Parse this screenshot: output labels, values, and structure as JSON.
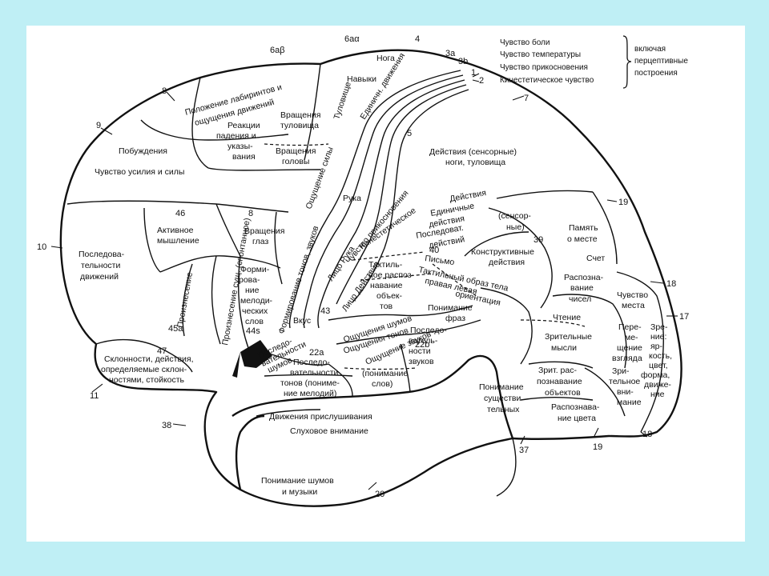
{
  "legend": {
    "lines": [
      "Чувство боли",
      "Чувство температуры",
      "Чувство прикосновения",
      "Кинестетическое чувство"
    ],
    "note": [
      "включая",
      "перцептивные",
      "построения"
    ]
  },
  "areas": {
    "n6ab": "6аβ",
    "n6aa": "6аα",
    "n4": "4",
    "n3a": "3а",
    "n3b": "3b",
    "n1": "1",
    "n2": "2",
    "n5": "5",
    "n7": "7",
    "n8a": "8",
    "n8b": "8",
    "n9": "9",
    "n10": "10",
    "n11": "11",
    "n46": "46",
    "n45a": "45а",
    "n47": "47",
    "n44": "44s",
    "n43": "43",
    "n40": "40",
    "n39": "39",
    "n19a": "19",
    "n19b": "19",
    "n18a": "18",
    "n18b": "18",
    "n17": "17",
    "n38": "38",
    "n37": "37",
    "n22b": "22b",
    "n22a": "22а",
    "n20": "20"
  },
  "labels": {
    "noga": "Нога",
    "navyki": "Навыки",
    "tulovishche": "Туловище",
    "edin_dvizh": "Единичн. движения",
    "labyrinth": [
      "Положение лабиринтов и",
      "ощущения движений"
    ],
    "vrash_tulov": [
      "Вращения",
      "туловища"
    ],
    "reakcii": [
      "Реакции",
      "падения и",
      "указы-",
      "вания"
    ],
    "vrash_golovy": [
      "Вращения",
      "головы"
    ],
    "pobuzhdeniya": "Побуждения",
    "usilie": "Чувство усилия и силы",
    "oshch_sily": "Ощущение силы",
    "deistviya_sens": [
      "Действия (сенсорные)",
      "ноги, туловища"
    ],
    "ruka1": "Рука",
    "aktiv": [
      "Активное",
      "мышление"
    ],
    "vrash_glaz": [
      "Вращения",
      "глаз"
    ],
    "posled_dvizh": [
      "Последова-",
      "тельности",
      "движений"
    ],
    "chuvstvo_prik": "Чувство прикосновения",
    "kinest": "Кинестетическое",
    "litso_ruka": "Лицо Рука",
    "edinichnye": [
      "Действия",
      "Единичные",
      "действия",
      "Последоват.",
      "действий"
    ],
    "sensornye": [
      "(сенсор-",
      "ные)"
    ],
    "pamyat": [
      "Память",
      "о месте"
    ],
    "konstr": [
      "Конструктивные",
      "действия"
    ],
    "pismo": "Письмо",
    "taktil_obraz": [
      "Тактильный образ тела",
      "правая  левая",
      "ориентация"
    ],
    "schet": "Счет",
    "raspozn_chisel": [
      "Распозна-",
      "вание",
      "чисел"
    ],
    "chtenie": "Чтение",
    "zrit_mysli": [
      "Зрительные",
      "мысли"
    ],
    "chuvstvo_mesta": [
      "Чувство",
      "места"
    ],
    "zrenie": [
      "Зре-",
      "ние:",
      "яр-",
      "кость,",
      "цвет,",
      "форма,",
      "движе-",
      "ние"
    ],
    "pere": [
      "Пере-",
      "ме-",
      "щение",
      "взгляда"
    ],
    "zrit_vnim": [
      "Зри-",
      "тельное",
      "вни-",
      "мание"
    ],
    "zrit_raspozn": [
      "Зрит. рас-",
      "познавание",
      "объектов"
    ],
    "raspozn_cveta": [
      "Распознава-",
      "ние цвета"
    ],
    "ponim_sushch": [
      "Понимание",
      "существи",
      "тельных"
    ],
    "ponim_fraz": [
      "Понимание",
      "фраз"
    ],
    "taktil_raspozn": [
      "Тактиль-",
      "ное распоз-",
      "навание",
      "объек-",
      "тов"
    ],
    "proiznesenie": "Произнесение",
    "proizn_sush": "Произнесение сущ. (спонтанное)",
    "formir_melod": [
      "Форми-",
      "рова-",
      "ние",
      "мелоди-",
      "ческих",
      "слов"
    ],
    "formir_tonov": "Формирование тонов, звуков",
    "litso_deistv": "Лицо Действия",
    "vkus": "Вкус",
    "oshch_shumov": "Ощущения шумов",
    "oshch_tonov": "Ощущения тонов",
    "oshch_zvukov": "Ощущение звуков",
    "posled_zvukov": [
      "Последо-",
      "ватель-",
      "ности",
      "звуков",
      "(понимание",
      "слов)"
    ],
    "posled_shumov": [
      "Последо-",
      "вательности",
      "шумов"
    ],
    "posled_tonov": [
      "Последо-",
      "вательности",
      "тонов (пониме-",
      "ние мелодий)"
    ],
    "sklonnosti": [
      "Склонности, действия,",
      "определяемые склон-",
      "ностями, стойкость"
    ],
    "dvizh_prislush": "Движения прислушивания",
    "sluh_vnim": "Слуховое внимание",
    "ponim_shumov": [
      "Понимание шумов",
      "и музыки"
    ]
  }
}
